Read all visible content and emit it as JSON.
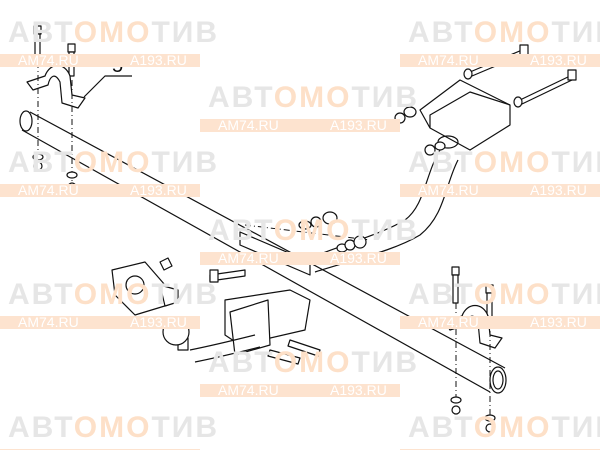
{
  "diagram": {
    "part_callout": "5"
  },
  "watermark": {
    "brand_prefix": "АВТ",
    "brand_middle": "ОМО",
    "brand_suffix": "ТИВ",
    "site_left": "AM74.RU",
    "site_right": "A193.RU",
    "brand_color": "#f5a26b",
    "bar_color": "#fde3cf"
  }
}
